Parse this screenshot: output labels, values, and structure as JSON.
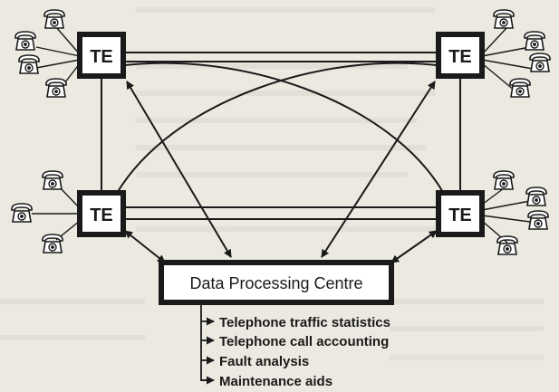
{
  "diagram": {
    "exchanges": [
      {
        "id": "te-top-left",
        "label": "TE"
      },
      {
        "id": "te-top-right",
        "label": "TE"
      },
      {
        "id": "te-bottom-left",
        "label": "TE"
      },
      {
        "id": "te-bottom-right",
        "label": "TE"
      }
    ],
    "centre": {
      "label": "Data Processing Centre"
    },
    "outputs": [
      "Telephone traffic statistics",
      "Telephone call accounting",
      "Fault analysis",
      "Maintenance aids"
    ],
    "colors": {
      "ink": "#1a1a1a",
      "paper": "#ece9e1",
      "box_fill": "#ffffff"
    },
    "icons": [
      "telephone-icon",
      "arrow-right-icon"
    ]
  }
}
